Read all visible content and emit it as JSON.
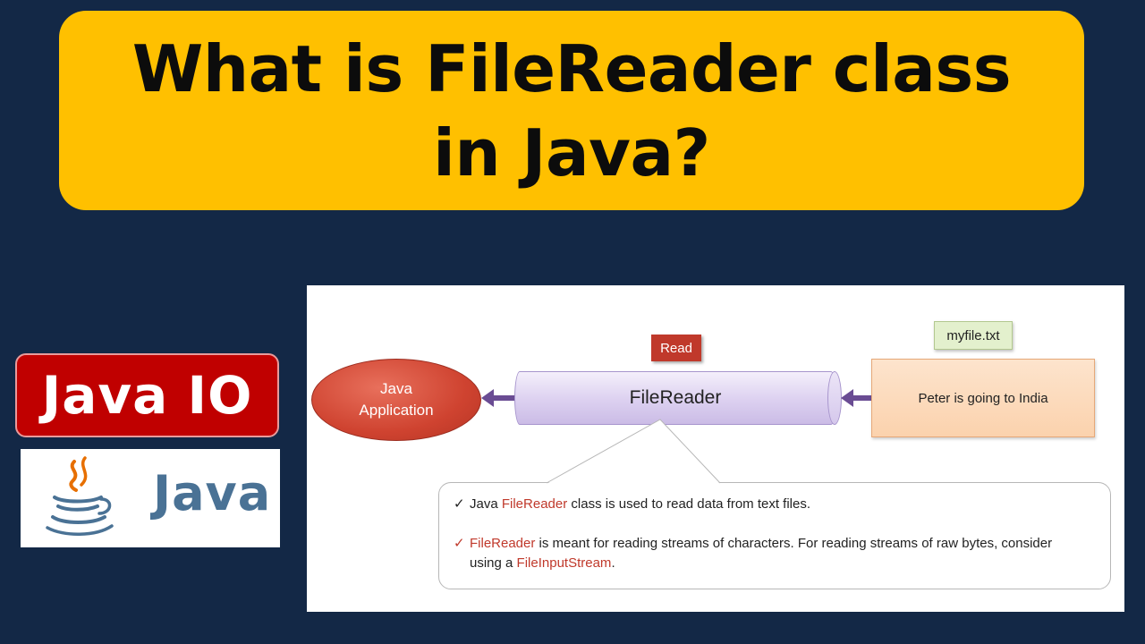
{
  "title": {
    "line1": "What is FileReader class",
    "line2": "in Java?"
  },
  "badge": {
    "label": "Java IO"
  },
  "logo": {
    "text": "Java",
    "icon": "java-coffee-cup-icon"
  },
  "diagram": {
    "read_label": "Read",
    "file_label": "myfile.txt",
    "app": {
      "line1": "Java",
      "line2": "Application"
    },
    "reader_label": "FileReader",
    "file_content": "Peter is going to India",
    "callout": {
      "item1": {
        "check": "✓",
        "pre": "Java ",
        "highlight": "FileReader",
        "post": " class is used to  read data from text files."
      },
      "item2": {
        "check": "✓",
        "highlight": "FileReader",
        "mid": " is meant for reading streams of characters. For reading streams of raw bytes, consider",
        "line2_pre": "using a ",
        "line2_highlight": "FileInputStream",
        "line2_post": "."
      }
    }
  },
  "colors": {
    "background": "#132846",
    "banner": "#ffc000",
    "badge": "#c00000",
    "highlight": "#c0392b",
    "arrow": "#6a4c93"
  }
}
